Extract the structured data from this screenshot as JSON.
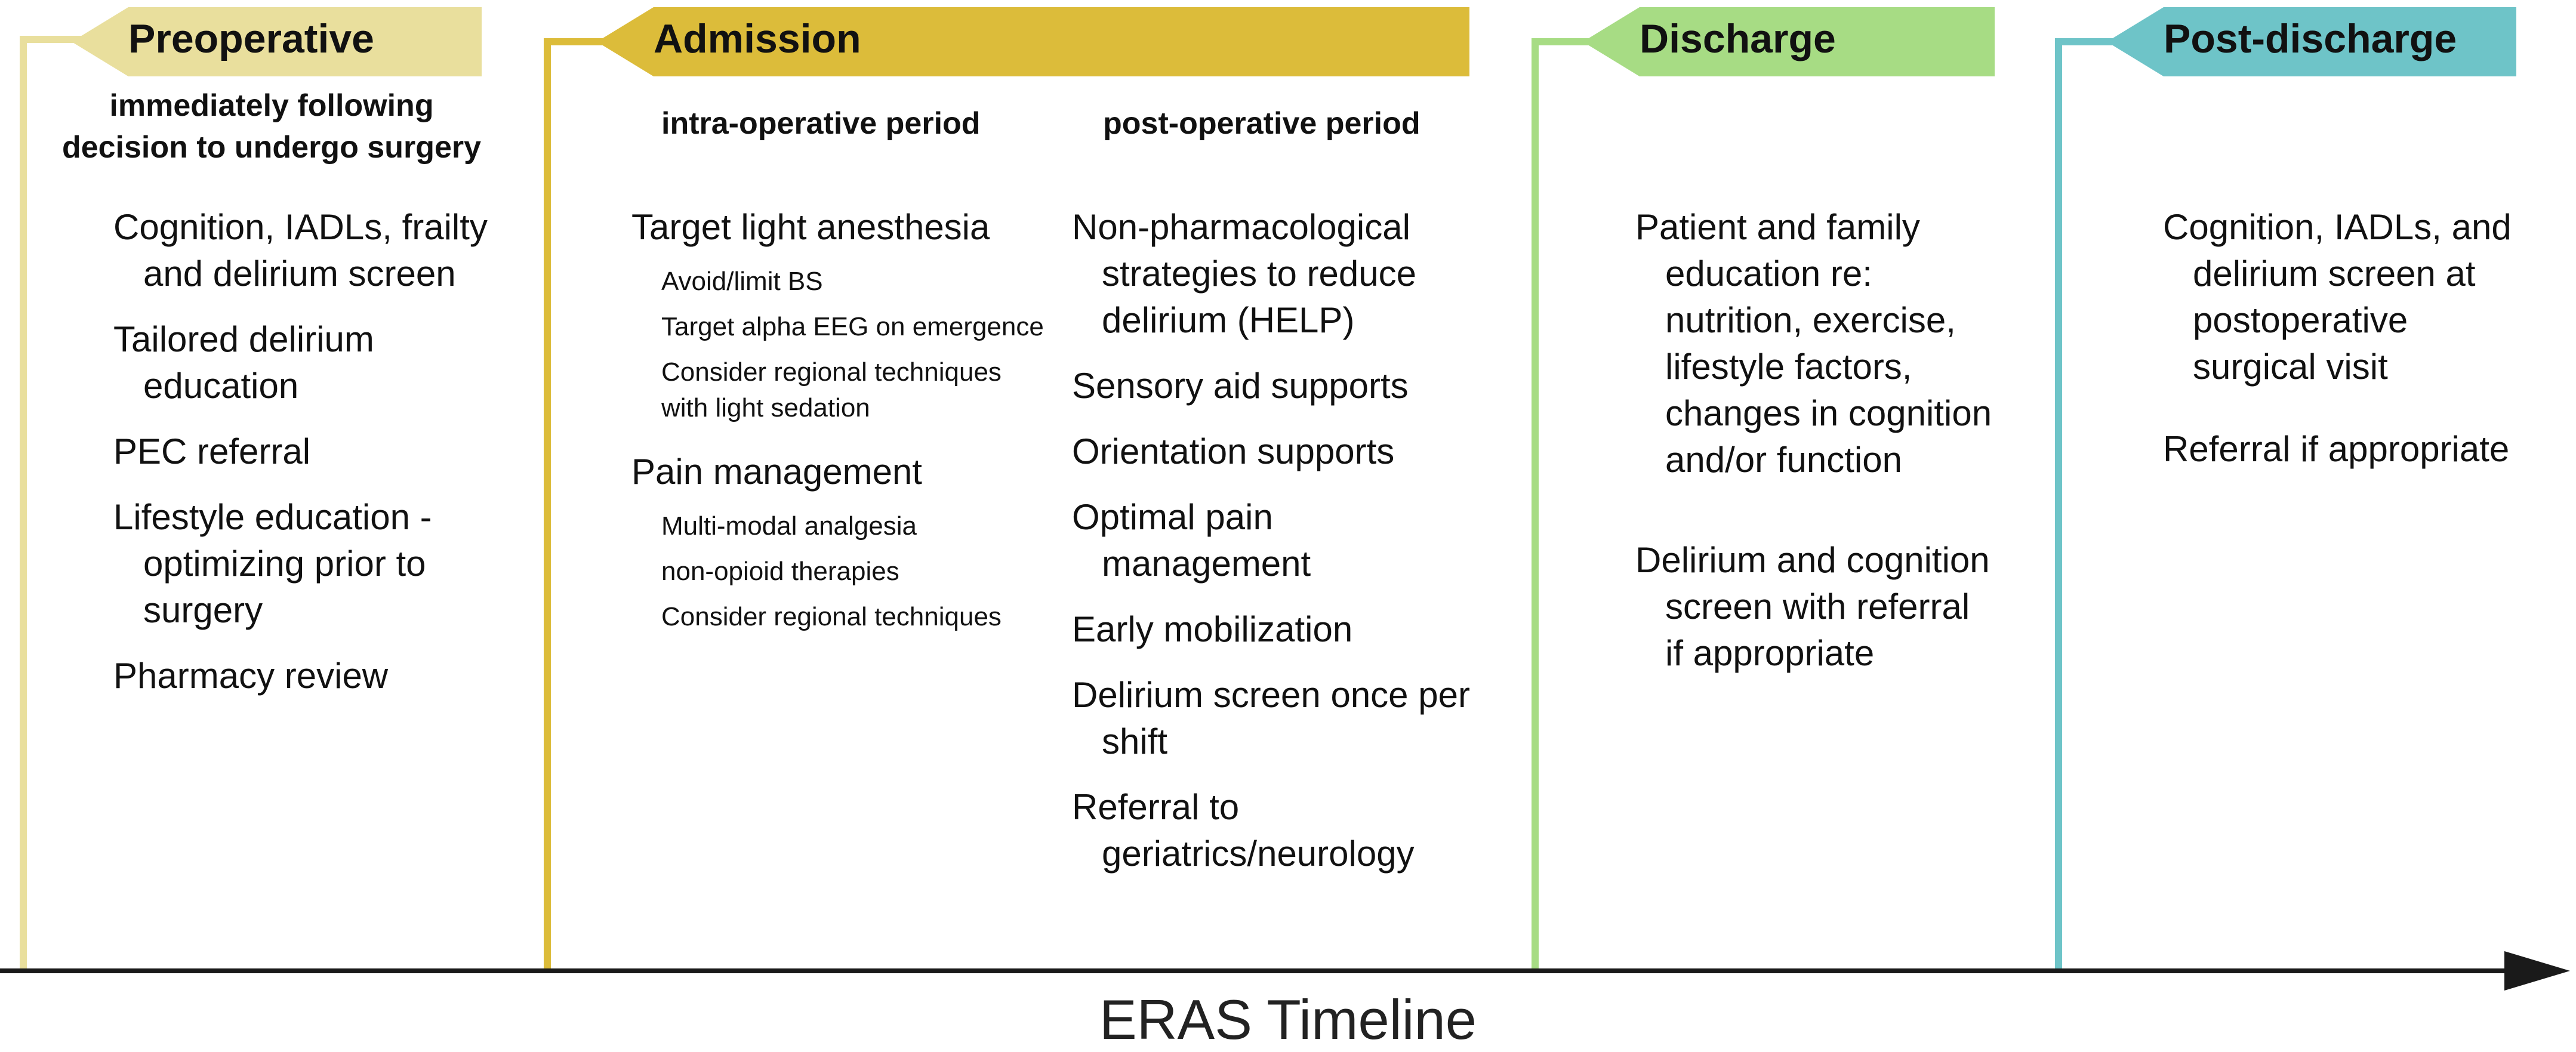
{
  "colors": {
    "preoperative": "#e9df9d",
    "admission": "#dcbc3a",
    "discharge": "#a7dc84",
    "post_discharge": "#6ec4c8",
    "axis": "#1a1a1a"
  },
  "phases": {
    "preoperative": {
      "title": "Preoperative",
      "subtitle": "immediately following decision to undergo surgery",
      "items": [
        "Cognition, IADLs, frailty and delirium screen",
        "Tailored delirium education",
        "PEC referral",
        "Lifestyle education - optimizing prior to surgery",
        "Pharmacy review"
      ]
    },
    "admission": {
      "title": "Admission",
      "intra": {
        "subtitle": "intra-operative period",
        "groups": [
          {
            "heading": "Target light anesthesia",
            "details": [
              "Avoid/limit BS",
              "Target alpha EEG on emergence",
              "Consider regional techniques with light sedation"
            ]
          },
          {
            "heading": "Pain management",
            "details": [
              "Multi-modal analgesia",
              "non-opioid therapies",
              "Consider regional techniques"
            ]
          }
        ]
      },
      "post": {
        "subtitle": "post-operative period",
        "items": [
          "Non-pharmacological strategies to reduce delirium (HELP)",
          "Sensory aid supports",
          "Orientation supports",
          "Optimal pain management",
          "Early mobilization",
          "Delirium screen once per shift",
          "Referral to geriatrics/neurology"
        ]
      }
    },
    "discharge": {
      "title": "Discharge",
      "items": [
        "Patient and family education re: nutrition, exercise, lifestyle factors, changes in cognition and/or function",
        "Delirium and cognition screen with referral if appropriate"
      ]
    },
    "post_discharge": {
      "title": "Post-discharge",
      "items": [
        "Cognition, IADLs, and delirium screen at postoperative surgical visit",
        "Referral if appropriate"
      ]
    }
  },
  "axis": {
    "title": "ERAS Timeline"
  }
}
